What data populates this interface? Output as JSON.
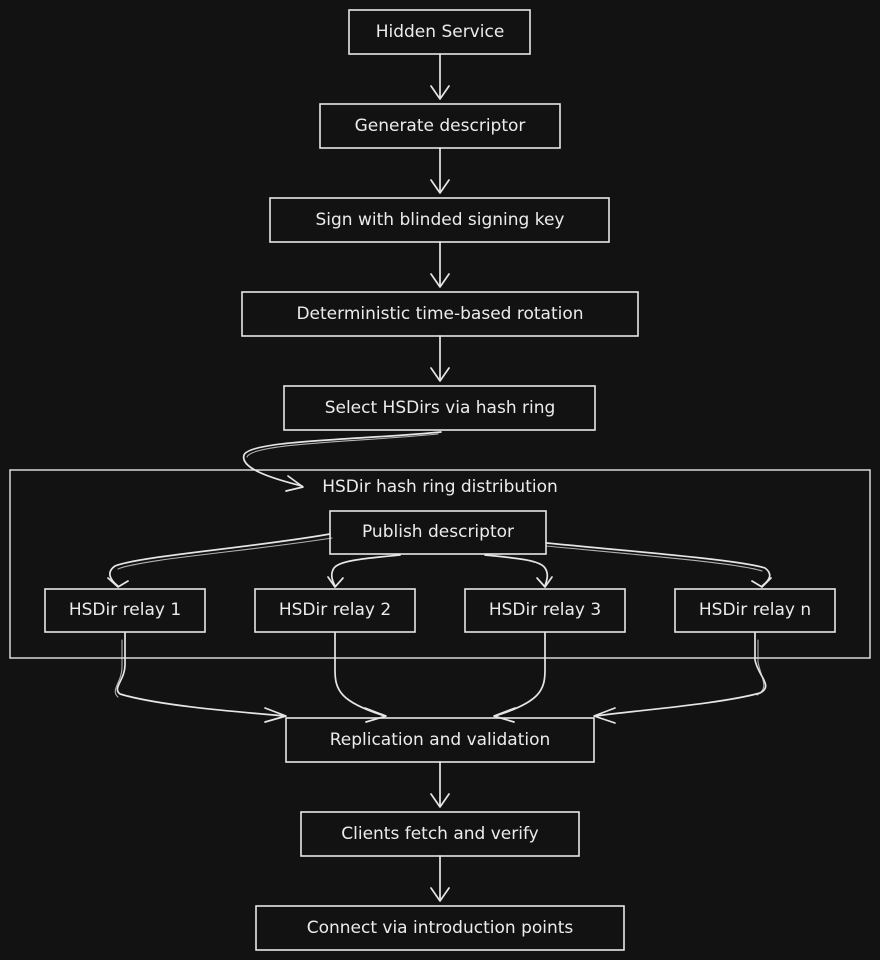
{
  "nodes": {
    "hidden_service": "Hidden Service",
    "generate_descriptor": "Generate descriptor",
    "sign": "Sign with blinded signing key",
    "rotation": "Deterministic time-based rotation",
    "select_hsdirs": "Select HSDirs via hash ring",
    "publish": "Publish descriptor",
    "relay1": "HSDir relay 1",
    "relay2": "HSDir relay 2",
    "relay3": "HSDir relay 3",
    "relayn": "HSDir relay n",
    "replication": "Replication and validation",
    "clients": "Clients fetch and verify",
    "connect": "Connect via introduction points"
  },
  "group": {
    "title": "HSDir hash ring distribution"
  }
}
